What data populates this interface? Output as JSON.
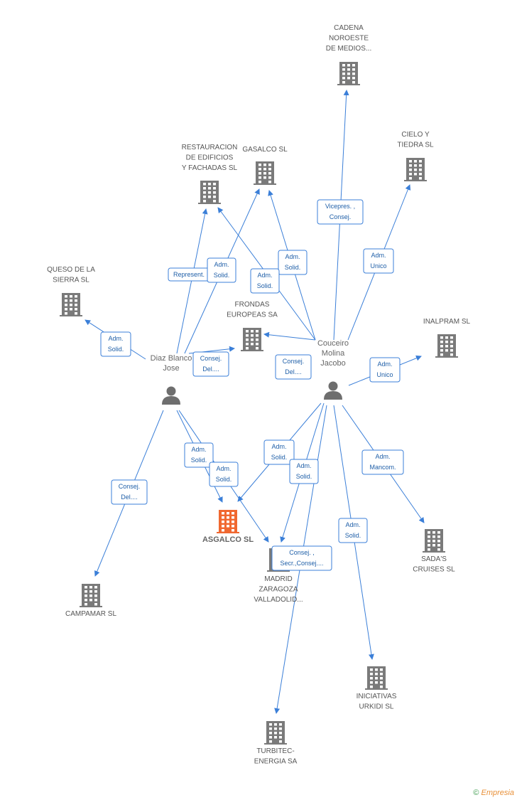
{
  "colors": {
    "edge": "#3b7fd8",
    "company": "#7a7a7a",
    "focus_company": "#f06830",
    "person": "#6e6e6e"
  },
  "nodes": [
    {
      "id": "cadena",
      "type": "company",
      "label": [
        "CADENA",
        "NOROESTE",
        "DE MEDIOS..."
      ]
    },
    {
      "id": "cielo",
      "type": "company",
      "label": [
        "CIELO Y",
        "TIEDRA SL"
      ]
    },
    {
      "id": "restauracion",
      "type": "company",
      "label": [
        "RESTAURACION",
        "DE EDIFICIOS",
        "Y FACHADAS SL"
      ]
    },
    {
      "id": "gasalco",
      "type": "company",
      "label": [
        "GASALCO SL"
      ]
    },
    {
      "id": "queso",
      "type": "company",
      "label": [
        "QUESO DE LA",
        "SIERRA SL"
      ]
    },
    {
      "id": "frondas",
      "type": "company",
      "label": [
        "FRONDAS",
        "EUROPEAS SA"
      ]
    },
    {
      "id": "inalpram",
      "type": "company",
      "label": [
        "INALPRAM SL"
      ]
    },
    {
      "id": "diaz",
      "type": "person",
      "label": [
        "Diaz Blanco",
        "Jose"
      ]
    },
    {
      "id": "couceiro",
      "type": "person",
      "label": [
        "Couceiro",
        "Molina",
        "Jacobo"
      ]
    },
    {
      "id": "asgalco",
      "type": "focus",
      "label": [
        "ASGALCO SL"
      ]
    },
    {
      "id": "madrid",
      "type": "company",
      "label": [
        "MADRID",
        "ZARAGOZA",
        "VALLADOLID..."
      ]
    },
    {
      "id": "sadas",
      "type": "company",
      "label": [
        "SADA'S",
        "CRUISES SL"
      ]
    },
    {
      "id": "campamar",
      "type": "company",
      "label": [
        "CAMPAMAR SL"
      ]
    },
    {
      "id": "iniciativas",
      "type": "company",
      "label": [
        "INICIATIVAS",
        "URKIDI SL"
      ]
    },
    {
      "id": "turbitec",
      "type": "company",
      "label": [
        "TURBITEC-",
        "ENERGIA SA"
      ]
    }
  ],
  "edges": [
    {
      "from": "couceiro",
      "to": "cadena",
      "label": [
        "Vicepres. ,",
        "Consej."
      ]
    },
    {
      "from": "couceiro",
      "to": "cielo",
      "label": [
        "Adm.",
        "Unico"
      ]
    },
    {
      "from": "couceiro",
      "to": "gasalco",
      "label": [
        "Adm.",
        "Solid."
      ]
    },
    {
      "from": "couceiro",
      "to": "restauracion",
      "label": [
        "Adm.",
        "Solid."
      ]
    },
    {
      "from": "couceiro",
      "to": "inalpram",
      "label": [
        "Adm.",
        "Unico"
      ]
    },
    {
      "from": "couceiro",
      "to": "frondas",
      "label": [
        "Consej.",
        "Del...."
      ]
    },
    {
      "from": "couceiro",
      "to": "asgalco",
      "label": [
        "Adm.",
        "Solid."
      ]
    },
    {
      "from": "couceiro",
      "to": "madrid",
      "label": [
        "Adm.",
        "Solid."
      ]
    },
    {
      "from": "couceiro",
      "to": "sadas",
      "label": [
        "Adm.",
        "Mancom."
      ]
    },
    {
      "from": "couceiro",
      "to": "iniciativas",
      "label": [
        "Adm.",
        "Solid."
      ]
    },
    {
      "from": "couceiro",
      "to": "turbitec",
      "label": [
        "Consej. ,",
        "Secr.,Consej...."
      ]
    },
    {
      "from": "diaz",
      "to": "restauracion",
      "label": [
        "Represent."
      ]
    },
    {
      "from": "diaz",
      "to": "gasalco",
      "label": [
        "Adm.",
        "Solid."
      ]
    },
    {
      "from": "diaz",
      "to": "queso",
      "label": [
        "Adm.",
        "Solid."
      ]
    },
    {
      "from": "diaz",
      "to": "frondas",
      "label": [
        "Consej.",
        "Del...."
      ]
    },
    {
      "from": "diaz",
      "to": "asgalco",
      "label": [
        "Adm.",
        "Solid."
      ]
    },
    {
      "from": "diaz",
      "to": "madrid",
      "label": [
        "Adm.",
        "Solid."
      ]
    },
    {
      "from": "diaz",
      "to": "campamar",
      "label": [
        "Consej.",
        "Del...."
      ]
    }
  ],
  "credit": {
    "copyright": "©",
    "brand": "Empresia"
  }
}
